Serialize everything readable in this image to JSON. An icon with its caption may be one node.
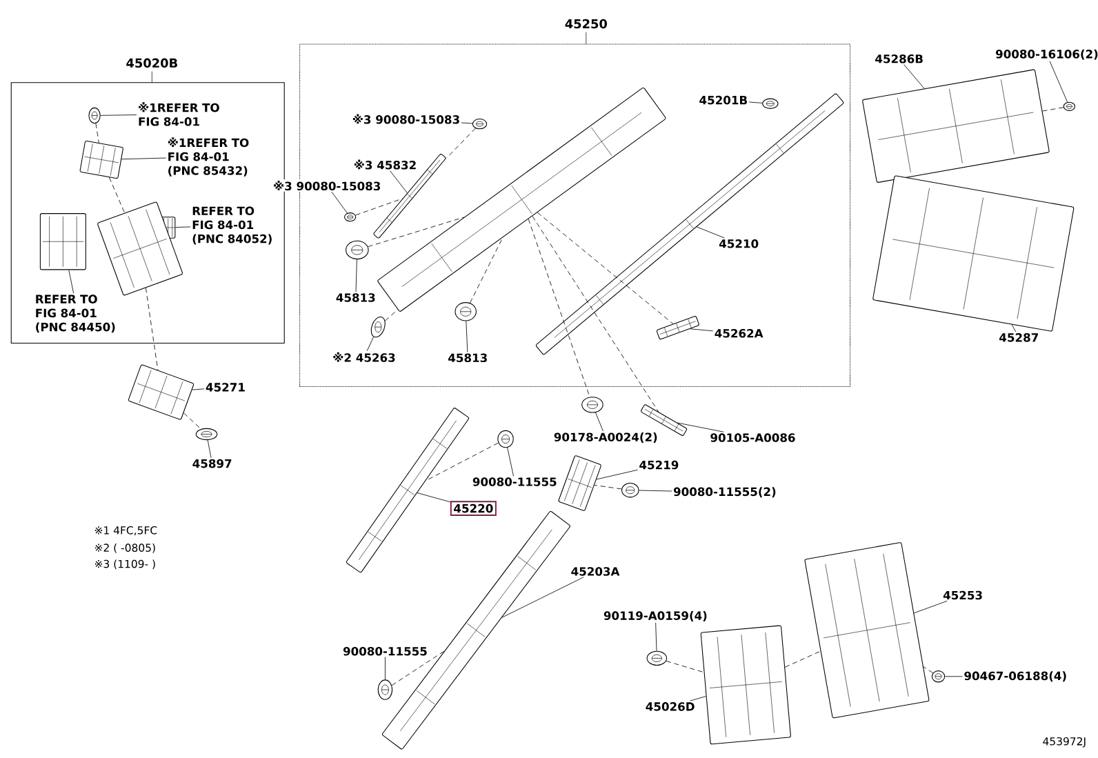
{
  "diagram": {
    "nodes": [
      {
        "text": [
          "45020B"
        ]
      },
      {
        "text": [
          "45250"
        ]
      },
      {
        "text": [
          "※1REFER TO FIG 84-01"
        ],
        "in": 0
      },
      {
        "text": [],
        "shape": "picture",
        "in": 0
      },
      {
        "text": [
          "※1REFER TO FIG 84-01 (PNC 85432)"
        ],
        "in": 0
      },
      {
        "text": [],
        "shape": "picture",
        "in": 0
      },
      {
        "text": [
          "REFER TO FIG 84-01 (PNC 84052)"
        ],
        "in": 0
      },
      {
        "text": [],
        "shape": "picture",
        "in": 0
      },
      {
        "text": [
          "REFER TO FIG 84-01 (PNC 84450)"
        ],
        "in": 0
      },
      {
        "text": [],
        "shape": "picture",
        "in": 0
      },
      {
        "text": [],
        "shape": "picture",
        "in": 0
      },
      {
        "text": [
          "45271"
        ]
      },
      {
        "text": [],
        "shape": "picture"
      },
      {
        "text": [
          "45897"
        ]
      },
      {
        "text": [],
        "shape": "picture"
      },
      {
        "text": [
          "※3 90080-15083"
        ],
        "in": 1
      },
      {
        "text": [],
        "shape": "picture",
        "in": 1
      },
      {
        "text": [
          "※3 45832"
        ],
        "in": 1
      },
      {
        "text": [],
        "shape": "picture",
        "in": 1
      },
      {
        "text": [
          "※3 90080-15083"
        ],
        "in": 1
      },
      {
        "text": [],
        "shape": "picture",
        "in": 1
      },
      {
        "text": [
          "45813"
        ],
        "in": 1
      },
      {
        "text": [],
        "shape": "picture",
        "in": 1
      },
      {
        "text": [
          "※2 45263"
        ],
        "in": 1
      },
      {
        "text": [],
        "shape": "picture",
        "in": 1
      },
      {
        "text": [
          "45813"
        ],
        "in": 1
      },
      {
        "text": [],
        "shape": "picture",
        "in": 1
      },
      {
        "text": [],
        "shape": "picture",
        "in": 1
      },
      {
        "text": [
          "45201B"
        ],
        "in": 1
      },
      {
        "text": [],
        "shape": "picture",
        "in": 1
      },
      {
        "text": [
          "45210"
        ],
        "in": 1
      },
      {
        "text": [],
        "shape": "picture",
        "in": 1
      },
      {
        "text": [
          "45262A"
        ],
        "in": 1
      },
      {
        "text": [],
        "shape": "picture",
        "in": 1
      },
      {
        "text": [
          "45286B"
        ]
      },
      {
        "text": [],
        "shape": "picture"
      },
      {
        "text": [
          "90080-16106(2)"
        ]
      },
      {
        "text": [],
        "shape": "picture"
      },
      {
        "text": [
          "45287"
        ]
      },
      {
        "text": [],
        "shape": "picture"
      },
      {
        "text": [
          "90178-A0024(2)"
        ]
      },
      {
        "text": [],
        "shape": "picture"
      },
      {
        "text": [
          "90105-A0086"
        ]
      },
      {
        "text": [],
        "shape": "picture"
      },
      {
        "text": [
          "90080-11555"
        ]
      },
      {
        "text": [],
        "shape": "picture"
      },
      {
        "text": [
          "45220"
        ]
      },
      {
        "text": [],
        "shape": "picture"
      },
      {
        "text": [
          "45219"
        ]
      },
      {
        "text": [],
        "shape": "picture"
      },
      {
        "text": [
          "90080-11555(2)"
        ]
      },
      {
        "text": [],
        "shape": "picture"
      },
      {
        "text": [
          "45203A"
        ]
      },
      {
        "text": [],
        "shape": "picture"
      },
      {
        "text": [
          "90080-11555"
        ]
      },
      {
        "text": [],
        "shape": "picture"
      },
      {
        "text": [
          "90119-A0159(4)"
        ]
      },
      {
        "text": [],
        "shape": "picture"
      },
      {
        "text": [
          "45253"
        ]
      },
      {
        "text": [],
        "shape": "picture"
      },
      {
        "text": [
          "90467-06188(4)"
        ]
      },
      {
        "text": [],
        "shape": "picture"
      },
      {
        "text": [
          "45026D"
        ]
      },
      {
        "text": [],
        "shape": "picture"
      }
    ],
    "edges": [
      {
        "from": 2,
        "to": 3,
        "arrow": "none"
      },
      {
        "from": 4,
        "to": 5,
        "arrow": "none"
      },
      {
        "from": 6,
        "to": 7,
        "arrow": "none"
      },
      {
        "from": 8,
        "to": 9,
        "arrow": "none"
      },
      {
        "from": 11,
        "to": 12,
        "arrow": "none"
      },
      {
        "from": 13,
        "to": 14,
        "arrow": "none"
      },
      {
        "from": 15,
        "to": 16,
        "arrow": "none"
      },
      {
        "from": 17,
        "to": 18,
        "arrow": "none"
      },
      {
        "from": 19,
        "to": 20,
        "arrow": "none"
      },
      {
        "from": 21,
        "to": 22,
        "arrow": "none"
      },
      {
        "from": 23,
        "to": 24,
        "arrow": "none"
      },
      {
        "from": 25,
        "to": 26,
        "arrow": "none"
      },
      {
        "from": 28,
        "to": 29,
        "arrow": "none"
      },
      {
        "from": 30,
        "to": 31,
        "arrow": "none"
      },
      {
        "from": 32,
        "to": 33,
        "arrow": "none"
      },
      {
        "from": 34,
        "to": 35,
        "arrow": "none"
      },
      {
        "from": 36,
        "to": 37,
        "arrow": "none"
      },
      {
        "from": 38,
        "to": 39,
        "arrow": "none"
      },
      {
        "from": 40,
        "to": 41,
        "arrow": "none"
      },
      {
        "from": 42,
        "to": 43,
        "arrow": "none"
      },
      {
        "from": 44,
        "to": 45,
        "arrow": "none"
      },
      {
        "from": 46,
        "to": 47,
        "arrow": "none"
      },
      {
        "from": 48,
        "to": 49,
        "arrow": "none"
      },
      {
        "from": 50,
        "to": 51,
        "arrow": "none"
      },
      {
        "from": 52,
        "to": 53,
        "arrow": "none"
      },
      {
        "from": 54,
        "to": 55,
        "arrow": "none"
      },
      {
        "from": 56,
        "to": 57,
        "arrow": "none"
      },
      {
        "from": 58,
        "to": 59,
        "arrow": "none"
      },
      {
        "from": 60,
        "to": 61,
        "arrow": "none"
      },
      {
        "from": 62,
        "to": 63,
        "arrow": "none"
      },
      {
        "from": 3,
        "to": 5,
        "arrow": "none",
        "style": "dashed"
      },
      {
        "from": 5,
        "to": 10,
        "arrow": "none",
        "style": "dashed"
      },
      {
        "from": 10,
        "to": 12,
        "arrow": "none",
        "style": "dashed"
      },
      {
        "from": 12,
        "to": 14,
        "arrow": "none",
        "style": "dashed"
      },
      {
        "from": 16,
        "to": 18,
        "arrow": "none",
        "style": "dashed"
      },
      {
        "from": 20,
        "to": 18,
        "arrow": "none",
        "style": "dashed"
      },
      {
        "from": 22,
        "to": 27,
        "arrow": "none",
        "style": "dashed"
      },
      {
        "from": 24,
        "to": 27,
        "arrow": "none",
        "style": "dashed"
      },
      {
        "from": 26,
        "to": 27,
        "arrow": "none",
        "style": "dashed"
      },
      {
        "from": 27,
        "to": 33,
        "arrow": "none",
        "style": "dashed"
      },
      {
        "from": 27,
        "to": 41,
        "arrow": "none",
        "style": "dashed"
      },
      {
        "from": 27,
        "to": 43,
        "arrow": "none",
        "style": "dashed"
      },
      {
        "from": 37,
        "to": 35,
        "arrow": "none",
        "style": "dashed"
      },
      {
        "from": 45,
        "to": 47,
        "arrow": "none",
        "style": "dashed"
      },
      {
        "from": 51,
        "to": 49,
        "arrow": "none",
        "style": "dashed"
      },
      {
        "from": 55,
        "to": 53,
        "arrow": "none",
        "style": "dashed"
      },
      {
        "from": 57,
        "to": 63,
        "arrow": "none",
        "style": "dashed"
      },
      {
        "from": 61,
        "to": 59,
        "arrow": "none",
        "style": "dashed"
      },
      {
        "from": 63,
        "to": 59,
        "arrow": "none",
        "style": "dashed"
      }
    ],
    "labels": [
      "※1 4FC,5FC",
      "※2 ( -0805)",
      "※3 (1109- )",
      "453972J"
    ]
  }
}
